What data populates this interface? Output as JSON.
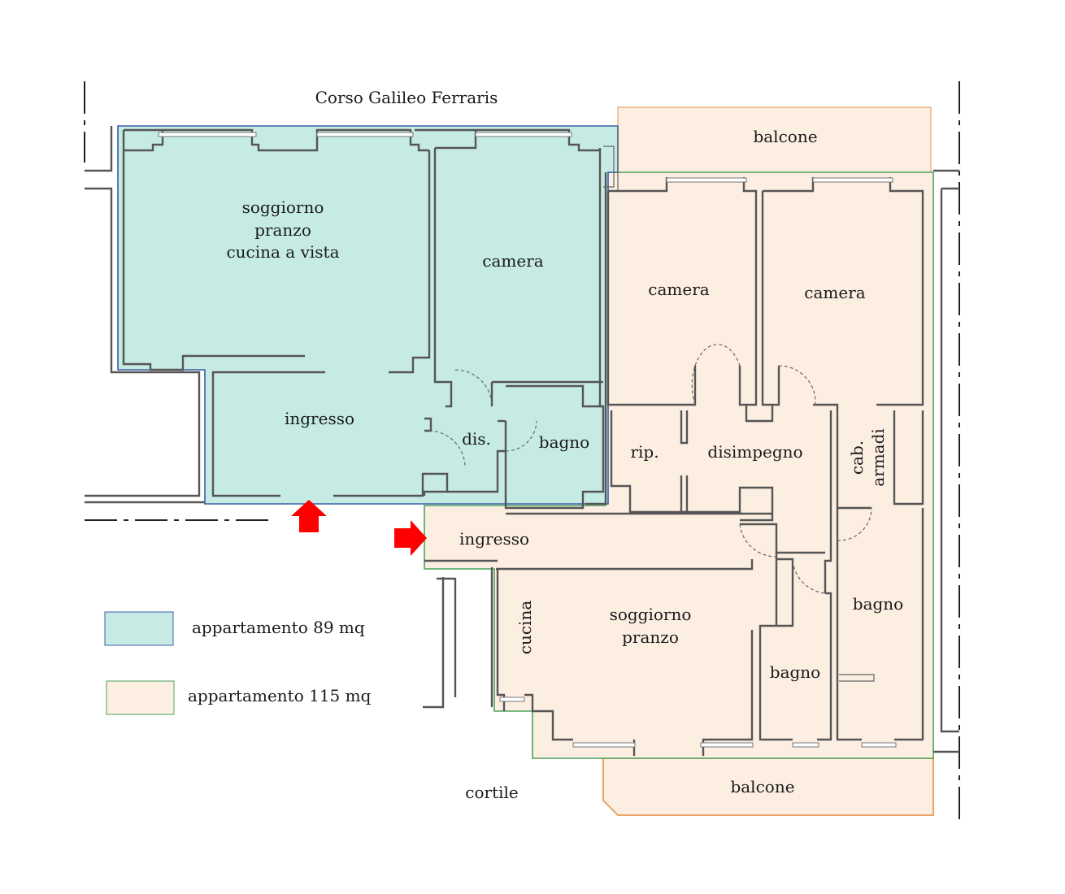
{
  "street": "Corso Galileo Ferraris",
  "courtyard": "cortile",
  "colors": {
    "apt89_fill": "#c6ebe4",
    "apt89_border": "#3a5fa8",
    "apt115_fill": "#fdeee2",
    "apt115_border": "#4aa35a",
    "balcony_border": "#e8a56a",
    "entry_arrow": "#ff0000"
  },
  "apartment_89": {
    "rooms": {
      "living": [
        "soggiorno",
        "pranzo",
        "cucina a vista"
      ],
      "bedroom": "camera",
      "entrance": "ingresso",
      "hall": "dis.",
      "bathroom": "bagno"
    }
  },
  "apartment_115": {
    "rooms": {
      "balcony_north": "balcone",
      "bedroom_1": "camera",
      "bedroom_2": "camera",
      "storage": "rip.",
      "hallway": "disimpegno",
      "wardrobe": [
        "cab.",
        "armadi"
      ],
      "entrance": "ingresso",
      "kitchen": "cucina",
      "living": [
        "soggiorno",
        "pranzo"
      ],
      "bathroom_1": "bagno",
      "bathroom_2": "bagno",
      "balcony_south": "balcone"
    }
  },
  "legend": [
    {
      "label": "appartamento 89 mq",
      "fill": "#c6ebe4",
      "border": "#3a5fa8"
    },
    {
      "label": "appartamento 115 mq",
      "fill": "#fdeee2",
      "border": "#4aa35a"
    }
  ]
}
